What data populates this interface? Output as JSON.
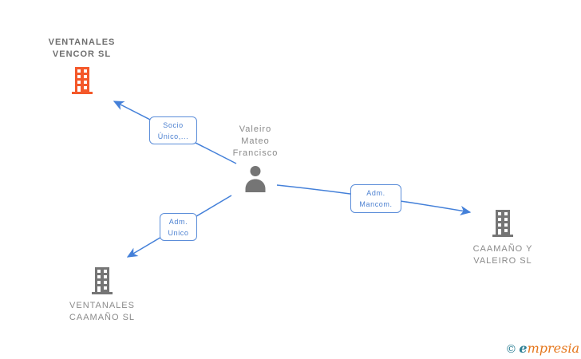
{
  "diagram": {
    "person": {
      "name_lines": [
        "Valeiro",
        "Mateo",
        "Francisco"
      ]
    },
    "companies": [
      {
        "name_lines": [
          "VENTANALES",
          "VENCOR SL"
        ],
        "highlighted": true
      },
      {
        "name_lines": [
          "CAAMAÑO Y",
          "VALEIRO SL"
        ],
        "highlighted": false
      },
      {
        "name_lines": [
          "VENTANALES",
          "CAAMAÑO SL"
        ],
        "highlighted": false
      }
    ],
    "edges": [
      {
        "label_lines": [
          "Socio",
          "Único,..."
        ],
        "from": "Valeiro Mateo Francisco",
        "to": "VENTANALES VENCOR SL"
      },
      {
        "label_lines": [
          "Adm.",
          "Unico"
        ],
        "from": "Valeiro Mateo Francisco",
        "to": "VENTANALES CAAMAÑO SL"
      },
      {
        "label_lines": [
          "Adm.",
          "Mancom."
        ],
        "from": "Valeiro Mateo Francisco",
        "to": "CAAMAÑO Y VALEIRO SL"
      }
    ]
  },
  "watermark": {
    "copyright_symbol": "©",
    "brand_initial": "e",
    "brand_rest": "mpresia"
  },
  "colors": {
    "edge_blue": "#4480d9",
    "highlight_orange": "#f4582a",
    "node_gray": "#757575",
    "label_gray": "#8a8a8a",
    "watermark_teal": "#2c7f94",
    "watermark_orange": "#e5761b"
  }
}
